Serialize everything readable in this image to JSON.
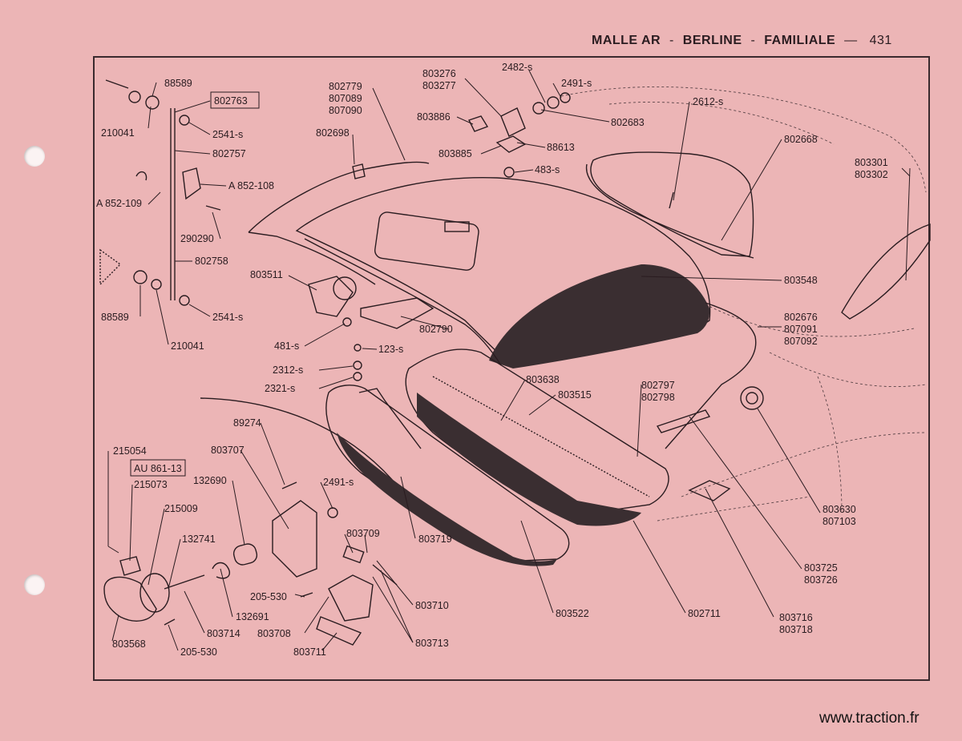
{
  "header": {
    "title_parts": [
      "MALLE AR",
      "BERLINE",
      "FAMILIALE"
    ],
    "separator": "-",
    "dash": "—",
    "page_number": "431"
  },
  "watermark": "www.traction.fr",
  "labels": {
    "l88589a": "88589",
    "l802763": "802763",
    "l210041a": "210041",
    "l2541a": "2541-s",
    "l802757": "802757",
    "lA852108": "A 852-108",
    "lA852109": "A 852-109",
    "l290290": "290290",
    "l802758": "802758",
    "l88589b": "88589",
    "l2541b": "2541-s",
    "l210041b": "210041",
    "l802779": "802779",
    "l807089": "807089",
    "l807090": "807090",
    "l802698": "802698",
    "l803276": "803276",
    "l803277": "803277",
    "l2482": "2482-s",
    "l2491a": "2491-s",
    "l803886": "803886",
    "l802683": "802683",
    "l88613": "88613",
    "l803885": "803885",
    "l483": "483-s",
    "l2612": "2612-s",
    "l802668": "802668",
    "l803301": "803301",
    "l803302": "803302",
    "l803548": "803548",
    "l803511": "803511",
    "l802790": "802790",
    "l481": "481-s",
    "l123": "123-s",
    "l2312": "2312-s",
    "l2321": "2321-s",
    "l802676": "802676",
    "l807091": "807091",
    "l807092": "807092",
    "l803638": "803638",
    "l803515": "803515",
    "l802797": "802797",
    "l802798": "802798",
    "l89274": "89274",
    "l803707": "803707",
    "l132690": "132690",
    "l2491b": "2491-s",
    "l215054": "215054",
    "lAU861": "AU 861-13",
    "l215073": "215073",
    "l215009": "215009",
    "l132741": "132741",
    "l803709": "803709",
    "l803719": "803719",
    "l205a": "205-530",
    "l803710": "803710",
    "l132691": "132691",
    "l803714": "803714",
    "l803708": "803708",
    "l803713": "803713",
    "l803568": "803568",
    "l205b": "205-530",
    "l803711": "803711",
    "l803522": "803522",
    "l802711": "802711",
    "l803630": "803630",
    "l807103": "807103",
    "l803725": "803725",
    "l803726": "803726",
    "l803716": "803716",
    "l803718": "803718"
  },
  "colors": {
    "paper": "#ecb5b6",
    "ink": "#2a1c20",
    "hole": "#fbf3f3"
  }
}
